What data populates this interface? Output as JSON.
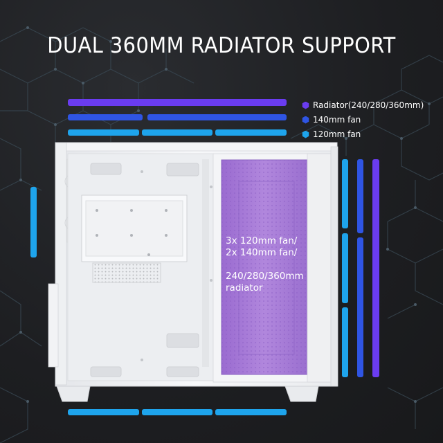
{
  "title": "DUAL 360MM RADIATOR SUPPORT",
  "colors": {
    "background": "#1f2023",
    "radiator": "#6a3cf0",
    "fan140": "#2f55e4",
    "fan120": "#1ea4ec",
    "case_body": "#f3f4f6",
    "radiator_panel": "#a679d6"
  },
  "legend": [
    {
      "label": "Radiator(240/280/360mm)",
      "color": "#6a3cf0",
      "icon": "hexagon-icon"
    },
    {
      "label": "140mm fan",
      "color": "#2f55e4",
      "icon": "hexagon-icon"
    },
    {
      "label": "120mm fan",
      "color": "#1ea4ec",
      "icon": "hexagon-icon"
    }
  ],
  "callout": {
    "line1": "3x 120mm fan/",
    "line2": "2x 140mm fan/",
    "line3": "240/280/360mm",
    "line4": "radiator"
  }
}
